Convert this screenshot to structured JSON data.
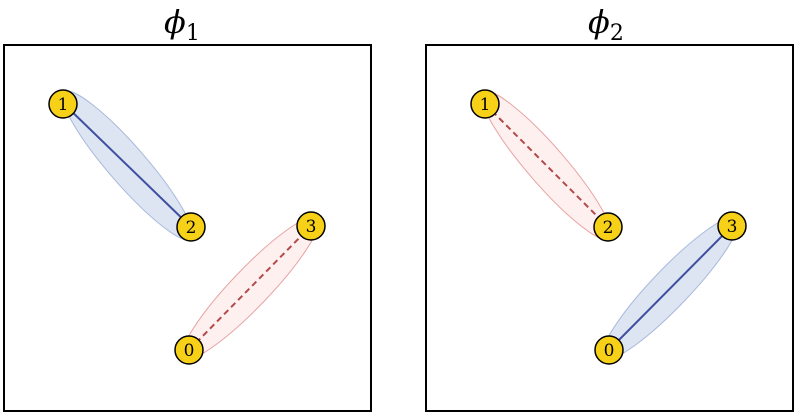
{
  "colors": {
    "node_fill": "#f7d117",
    "node_stroke": "#000000",
    "solid_pair_fill": "#dde5f3",
    "solid_pair_stroke": "#a9b9dc",
    "solid_line": "#3f4fa0",
    "dashed_pair_fill": "#fff0f0",
    "dashed_pair_stroke": "#e7a3a3",
    "dashed_line": "#b24a4a",
    "frame": "#000000"
  },
  "panels": [
    {
      "title": "ϕ",
      "subscript": "1",
      "nodes": [
        "1",
        "2",
        "3",
        "0"
      ],
      "pairs": [
        {
          "from": "1",
          "to": "2",
          "style": "solid"
        },
        {
          "from": "0",
          "to": "3",
          "style": "dashed"
        }
      ]
    },
    {
      "title": "ϕ",
      "subscript": "2",
      "nodes": [
        "1",
        "2",
        "3",
        "0"
      ],
      "pairs": [
        {
          "from": "1",
          "to": "2",
          "style": "dashed"
        },
        {
          "from": "0",
          "to": "3",
          "style": "solid"
        }
      ]
    }
  ]
}
